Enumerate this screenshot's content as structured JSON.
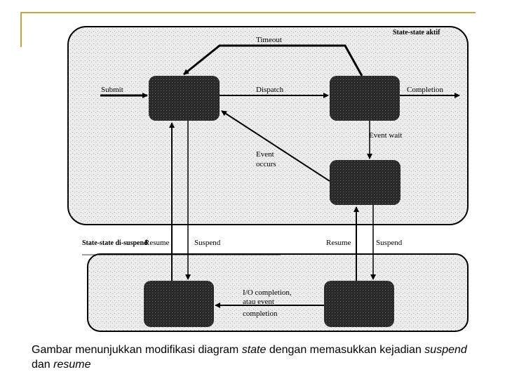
{
  "diagram": {
    "active_group_label": "State-state aktif",
    "suspended_group_label": "State-state di-suspend",
    "transitions": {
      "timeout": "Timeout",
      "submit": "Submit",
      "dispatch": "Dispatch",
      "completion": "Completion",
      "event_wait": "Event wait",
      "event_occurs_1": "Event",
      "event_occurs_2": "occurs",
      "resume_left": "Resume",
      "suspend_left": "Suspend",
      "resume_right": "Resume",
      "suspend_right": "Suspend",
      "io_completion_1": "I/O completion,",
      "io_completion_2": "atau event",
      "io_completion_3": "completion"
    }
  },
  "caption": {
    "part1": "Gambar menunjukkan modifikasi diagram ",
    "italic1": "state",
    "part2": " dengan memasukkan kejadian ",
    "italic2": "suspend",
    "part3": " dan ",
    "italic3": "resume"
  }
}
